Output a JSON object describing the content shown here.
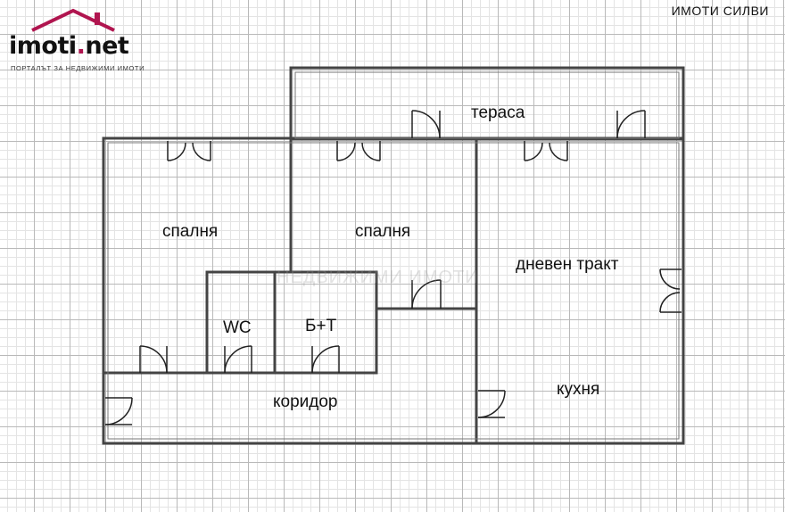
{
  "branding": {
    "logo_main": "imoti",
    "logo_dot": ".",
    "logo_tld": "net",
    "logo_tagline": "ПОРТАЛЪТ ЗА НЕДВИЖИМИ ИМОТИ",
    "agency": "ИМОТИ СИЛВИ",
    "watermark": "НЕДВИЖИМИ ИМОТИ"
  },
  "rooms": {
    "terrace": "тераса",
    "bedroom_left": "спалня",
    "bedroom_middle": "спалня",
    "living_area": "дневен тракт",
    "wc": "WC",
    "bathroom": "Б+Т",
    "corridor": "коридор",
    "kitchen": "кухня"
  },
  "colors": {
    "wall": "#555555",
    "logo_accent": "#b0154f"
  }
}
